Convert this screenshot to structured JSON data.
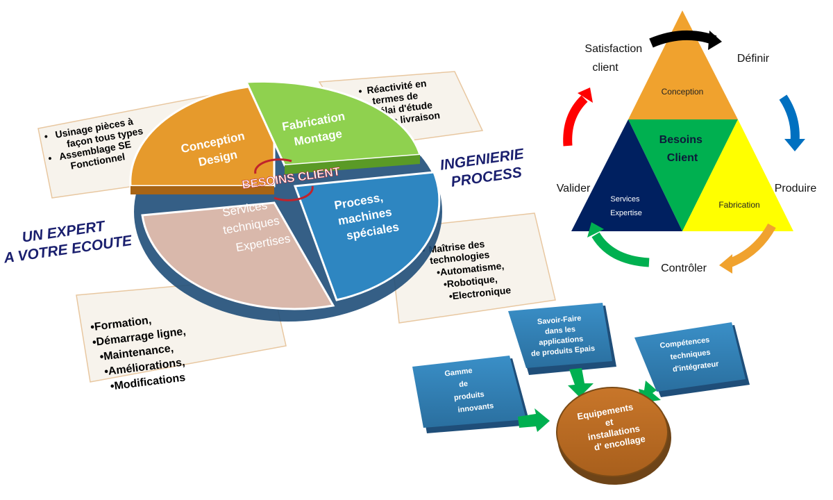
{
  "pie": {
    "conception": [
      "Conception",
      "Design"
    ],
    "fabrication": [
      "Fabrication",
      "Montage"
    ],
    "process": [
      "Process,",
      "machines",
      "spéciales"
    ],
    "services": [
      "Services",
      "techniques",
      "Expertises"
    ],
    "center": "BESOINS CLIENT"
  },
  "callouts": {
    "top_left": [
      "Usinage pièces à",
      "façon tous types",
      "Assemblage SE",
      "Fonctionnel"
    ],
    "top_right": [
      "Réactivité en",
      "termes de",
      "délai d'étude",
      "et de livraison"
    ],
    "right": [
      "Maîtrise des",
      "technologies",
      "•Automatisme,",
      "•Robotique,",
      "•Electronique"
    ],
    "bottom_left": [
      "•Formation,",
      "•Démarrage ligne,",
      "•Maintenance,",
      "•Améliorations,",
      "•Modifications"
    ]
  },
  "headings": {
    "expert": [
      "UN EXPERT",
      "A VOTRE ECOUTE"
    ],
    "ingenierie": [
      "INGENIERIE",
      "PROCESS"
    ]
  },
  "triangle": {
    "top": "Conception",
    "center": [
      "Besoins",
      "Client"
    ],
    "left": [
      "Services",
      "Expertise"
    ],
    "right": "Fabrication",
    "cycle": {
      "satisfaction": [
        "Satisfaction",
        "client"
      ],
      "definir": "Définir",
      "produire": "Produire",
      "controler": "Contrôler",
      "valider": "Valider"
    },
    "colors": {
      "top": "#f0a22e",
      "center": "#00b050",
      "left": "#002060",
      "right": "#ffff00"
    }
  },
  "boxes": {
    "savoir": [
      "Savoir-Faire",
      "dans  les",
      "applications",
      "de produits  Epais"
    ],
    "gamme": [
      "Gamme",
      "de",
      "produits",
      "innovants"
    ],
    "competences": [
      "Compétences",
      "techniques",
      "d'intégrateur"
    ],
    "equipements": [
      "Equipements",
      "et",
      "installations",
      "d' encollage"
    ]
  }
}
